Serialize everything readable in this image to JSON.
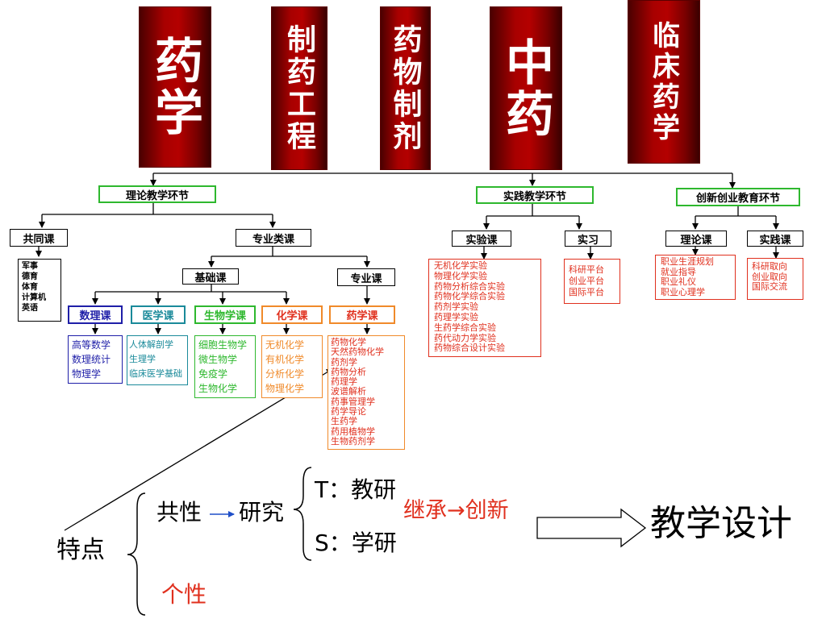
{
  "banners": {
    "pharmacy": "药学",
    "pharm_engineering": "制药工程",
    "pharmaceutics": "药物制剂",
    "tcm": "中药",
    "clinical_pharmacy": "临床药学"
  },
  "theory": {
    "title": "理论教学环节",
    "common": {
      "title": "共同课",
      "items": "军事\n德育\n体育\n计算机\n英语"
    },
    "professional": {
      "title": "专业类课"
    },
    "basic": {
      "title": "基础课"
    },
    "major": {
      "title": "专业课"
    },
    "math": {
      "title": "数理课",
      "items": "高等数学\n数理统计\n物理学"
    },
    "medical": {
      "title": "医学课",
      "items": "人体解剖学\n生理学\n临床医学基础"
    },
    "biology": {
      "title": "生物学课",
      "items": "细胞生物学\n微生物学\n免疫学\n生物化学"
    },
    "chemistry": {
      "title": "化学课",
      "items": "无机化学\n有机化学\n分析化学\n物理化学"
    },
    "pharm": {
      "title": "药学课",
      "items": "药物化学\n天然药物化学\n药剂学\n药物分析\n药理学\n波谱解析\n药事管理学\n药学导论\n生药学\n药用植物学\n生物药剂学"
    }
  },
  "practice": {
    "title": "实践教学环节",
    "experiment": {
      "title": "实验课",
      "items": "无机化学实验\n物理化学实验\n药物分析综合实验\n药物化学综合实验\n药剂学实验\n药理学实验\n生药学综合实验\n药代动力学实验\n药物综合设计实验"
    },
    "internship": {
      "title": "实习",
      "items": "科研平台\n创业平台\n国际平台"
    }
  },
  "innovation": {
    "title": "创新创业教育环节",
    "theory": {
      "title": "理论课",
      "items": "职业生涯规划\n就业指导\n职业礼仪\n职业心理学"
    },
    "practice": {
      "title": "实践课",
      "items": "科研取向\n创业取向\n国际交流"
    }
  },
  "features": {
    "label": "特点",
    "common": "共性",
    "research": "研究",
    "teaching_research": "T：教研",
    "learning_research": "S：学研",
    "inherit": "继承→创新",
    "design": "教学设计",
    "individuality": "个性"
  },
  "colors": {
    "green": "#2eb82e",
    "red": "#e0301e",
    "blue": "#1f1fa8",
    "teal": "#1a8a9a",
    "orange": "#f08a2a",
    "banner": "#a80000"
  }
}
